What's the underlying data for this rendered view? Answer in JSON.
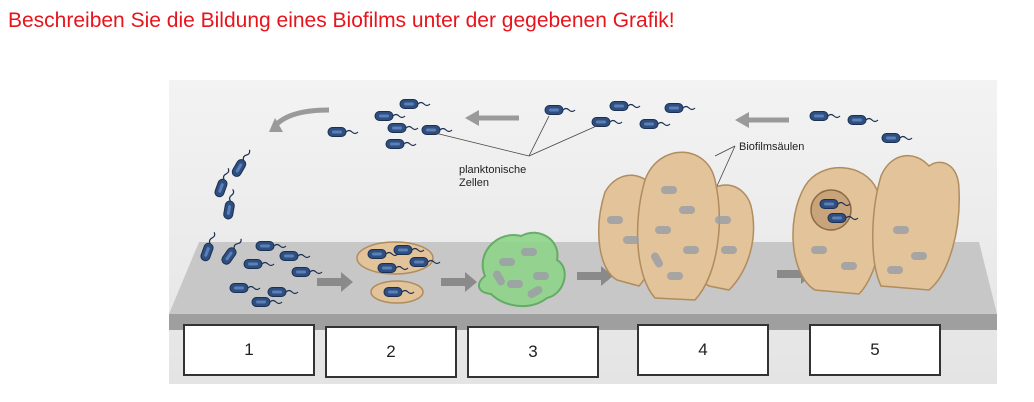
{
  "heading": "Beschreiben Sie die Bildung eines Biofilms unter der gegebenen Grafik!",
  "labels": {
    "planktonic_line1": "planktonische",
    "planktonic_line2": "Zellen",
    "columns": "Biofilmsäulen"
  },
  "stages": [
    "1",
    "2",
    "3",
    "4",
    "5"
  ],
  "colors": {
    "heading": "#e8141c",
    "bacteria": "#2f4f80",
    "eps_matrix": "#e2c39a",
    "microcolony": "#8fd48a",
    "surface": "#b5b5b5"
  }
}
